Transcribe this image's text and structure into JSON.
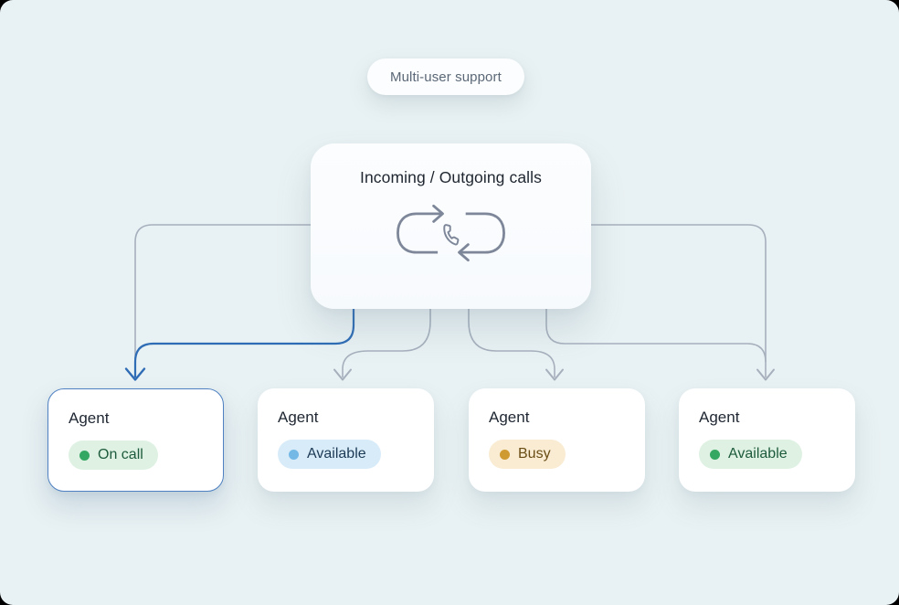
{
  "badge": {
    "label": "Multi-user support"
  },
  "hub": {
    "title": "Incoming / Outgoing calls",
    "icon": "call-cycle-icon"
  },
  "agents": [
    {
      "label": "Agent",
      "status": "On call",
      "status_color": "green",
      "highlighted": true
    },
    {
      "label": "Agent",
      "status": "Available",
      "status_color": "blue",
      "highlighted": false
    },
    {
      "label": "Agent",
      "status": "Busy",
      "status_color": "amber",
      "highlighted": false
    },
    {
      "label": "Agent",
      "status": "Available",
      "status_color": "green",
      "highlighted": false
    }
  ],
  "colors": {
    "background": "#e8f1f3",
    "connector_gray": "#a6b0bd",
    "connector_active_blue": "#2e6cb5",
    "highlight_border_blue": "#4f81c2",
    "green_pill_bg": "#def1e2",
    "green_dot": "#34a862",
    "green_text": "#1d5b3c",
    "blue_pill_bg": "#d8ebf9",
    "blue_dot": "#74b9e6",
    "blue_text": "#1c3a55",
    "amber_pill_bg": "#f9ecd3",
    "amber_dot": "#cf9b30",
    "amber_text": "#6a4d14"
  }
}
